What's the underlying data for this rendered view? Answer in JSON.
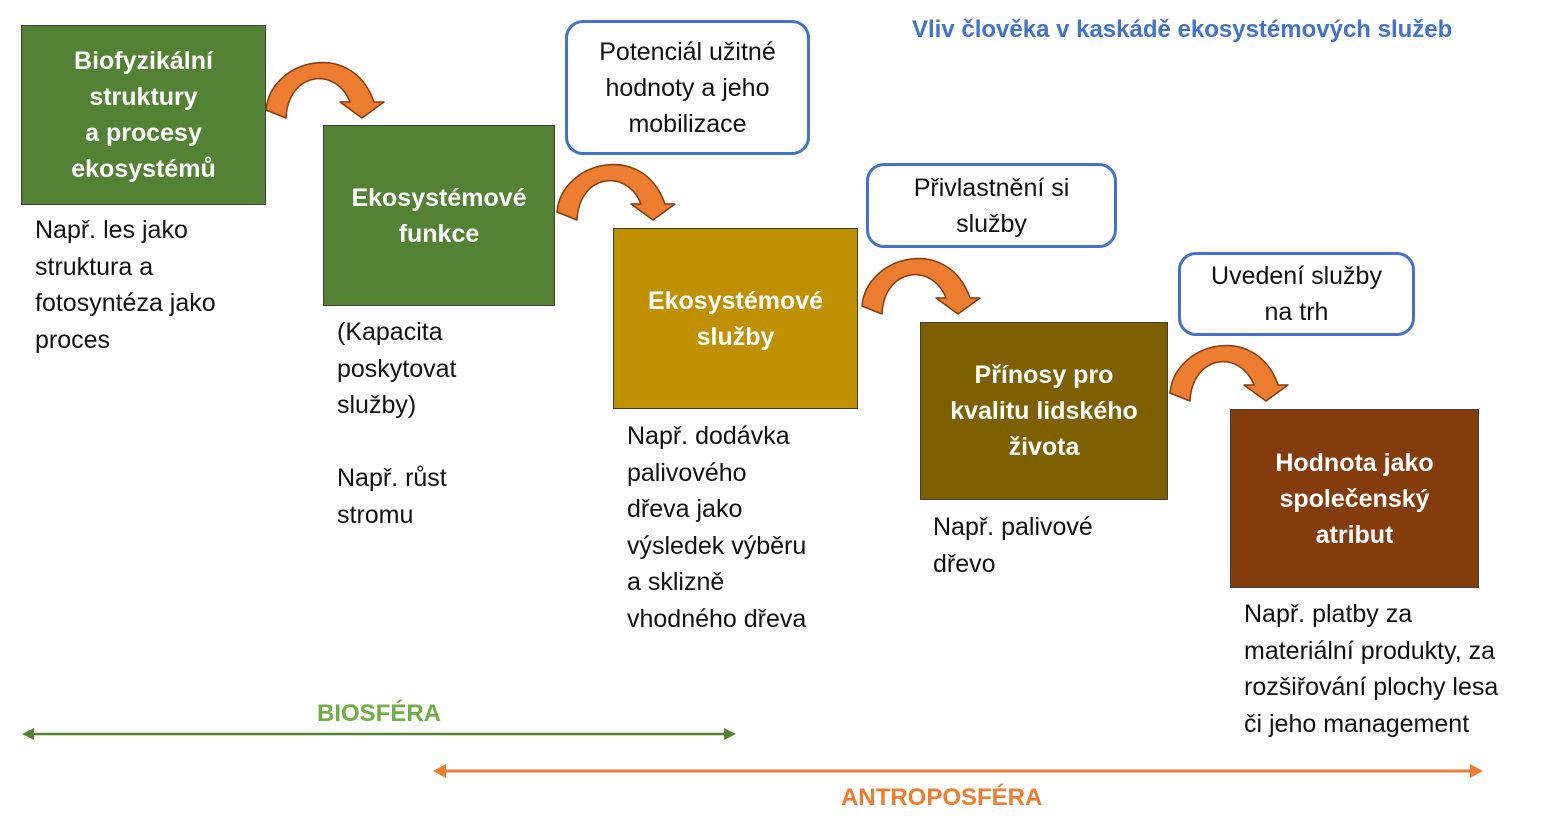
{
  "title": "Vliv člověka v kaskádě ekosystémových služeb",
  "boxes": [
    {
      "label": "Biofyzikální\nstruktury\na procesy\nekosystémů",
      "color": "#548235"
    },
    {
      "label": "Ekosystémové\nfunkce",
      "color": "#548235"
    },
    {
      "label": "Ekosystémové\nslužby",
      "color": "#bf9000"
    },
    {
      "label": "Přínosy pro\nkvalitu lidského\nživota",
      "color": "#7f6000"
    },
    {
      "label": "Hodnota jako\nspolečenský\natribut",
      "color": "#843c0c"
    }
  ],
  "notes": [
    "Např. les jako\nstruktura a\nfotosyntéza jako\nproces",
    "(Kapacita\nposkytovat\nslužby)\n\nNapř. růst\nstromu",
    "Např. dodávka\npalivového\ndřeva jako\nvýsledek výběru\na sklizně\nvhodného dřeva",
    "Např. palivové\ndřevo",
    "Např. platby za\nmateriální produkty, za\nrozšiřování plochy lesa\nči jeho management"
  ],
  "callouts": [
    "Potenciál užitné\nhodnoty a jeho\nmobilizace",
    "Přivlastnění si\nslužby",
    "Uvedení služby\nna trh"
  ],
  "spheres": {
    "biosphere": {
      "label": "BIOSFÉRA",
      "color": "#70ad47"
    },
    "anthroposphere": {
      "label": "ANTROPOSFÉRA",
      "color": "#ed7d31"
    }
  },
  "colors": {
    "accent": "#4472c4",
    "arrow_fill": "#ed7d31",
    "arrow_stroke": "#843c0c",
    "biosphere_line": "#548235"
  }
}
